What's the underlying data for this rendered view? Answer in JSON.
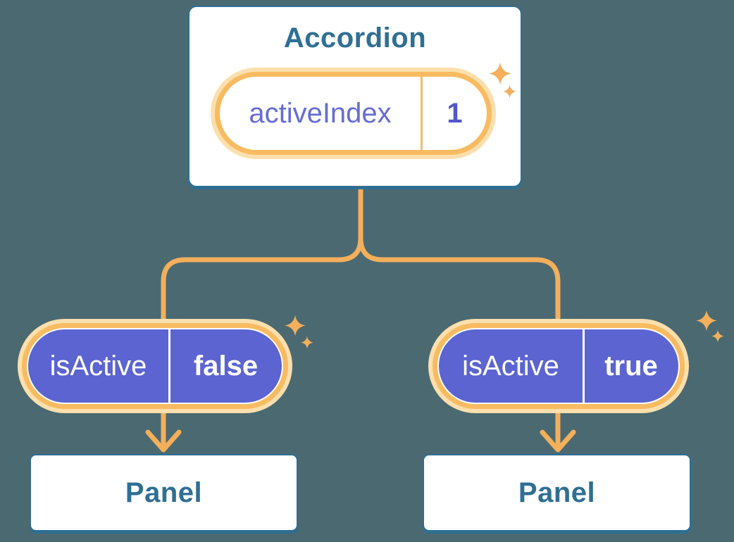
{
  "diagram": {
    "description": "Component tree diagram: Accordion parent holds state, passes isActive to two Panels",
    "background_color": "#4B6971"
  },
  "colors": {
    "card_border_blue": "#2E6E93",
    "card_text_blue": "#2F6F94",
    "orange_line": "#F4AF5B",
    "orange_ring": "#F8BB61",
    "orange_ring_light": "#FCDFAD",
    "purple_fill": "#5C64D1",
    "purple_key_text": "#666CD6",
    "purple_value_text": "#5157CB",
    "pill_text_white": "#FFFFFF",
    "card_background": "#FFFFFF"
  },
  "accordion": {
    "title": "Accordion",
    "state_pill": {
      "name": "activeIndex",
      "value": "1"
    }
  },
  "children": [
    {
      "id": "left",
      "state_pill": {
        "name": "isActive",
        "value": "false"
      },
      "panel_label": "Panel"
    },
    {
      "id": "right",
      "state_pill": {
        "name": "isActive",
        "value": "true"
      },
      "panel_label": "Panel"
    }
  ],
  "icons": {
    "sparkle": "four-point-star",
    "arrow": "downward-arrow"
  }
}
